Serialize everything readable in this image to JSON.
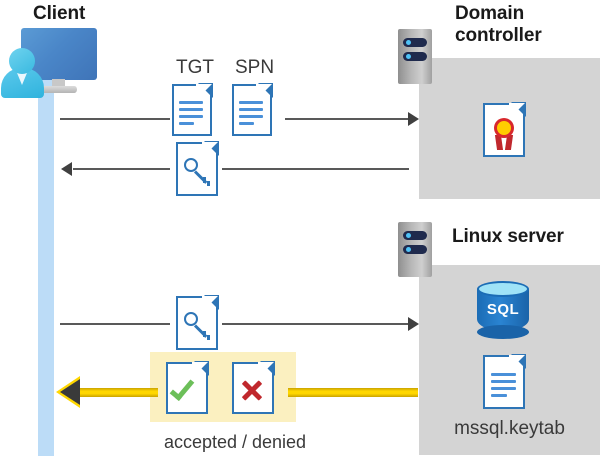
{
  "diagram": {
    "title_client": "Client",
    "title_domain_controller": "Domain controller",
    "title_linux_server": "Linux server",
    "labels": {
      "tgt": "TGT",
      "spn": "SPN",
      "keytab_file": "mssql.keytab",
      "accepted_denied": "accepted / denied",
      "sql_icon_text": "SQL"
    },
    "icons": {
      "client": "client-computer-user-icon",
      "server": "server-tower-icon",
      "tgt_doc": "text-document-icon",
      "spn_doc": "text-document-icon",
      "ticket_key_doc": "key-document-icon",
      "request_key_doc": "key-document-icon",
      "certificate": "certificate-document-icon",
      "sql_database": "sql-database-cylinder-icon",
      "keytab_doc": "text-document-icon",
      "accepted_doc": "check-document-icon",
      "denied_doc": "cross-document-icon"
    },
    "flows": [
      {
        "id": "flow-1",
        "direction": "right",
        "from": "Client",
        "to": "Domain controller",
        "carries": "TGT + SPN"
      },
      {
        "id": "flow-2",
        "direction": "left",
        "from": "Domain controller",
        "to": "Client",
        "carries": "service ticket"
      },
      {
        "id": "flow-3",
        "direction": "right",
        "from": "Client",
        "to": "Linux server",
        "carries": "service ticket"
      },
      {
        "id": "flow-4",
        "direction": "left",
        "from": "Linux server",
        "to": "Client",
        "carries": "accepted / denied"
      }
    ],
    "colors": {
      "panel_gray": "#d4d4d4",
      "lifeline_blue": "#bcdcf7",
      "doc_border_blue": "#2e75b6",
      "highlight_yellow": "#fbf0c0",
      "arrow_yellow": "#ffd700",
      "accept_green": "#6cbf59",
      "deny_red": "#c0282d",
      "sql_blue": "#1b6cb5",
      "line_gray": "#595959"
    }
  }
}
